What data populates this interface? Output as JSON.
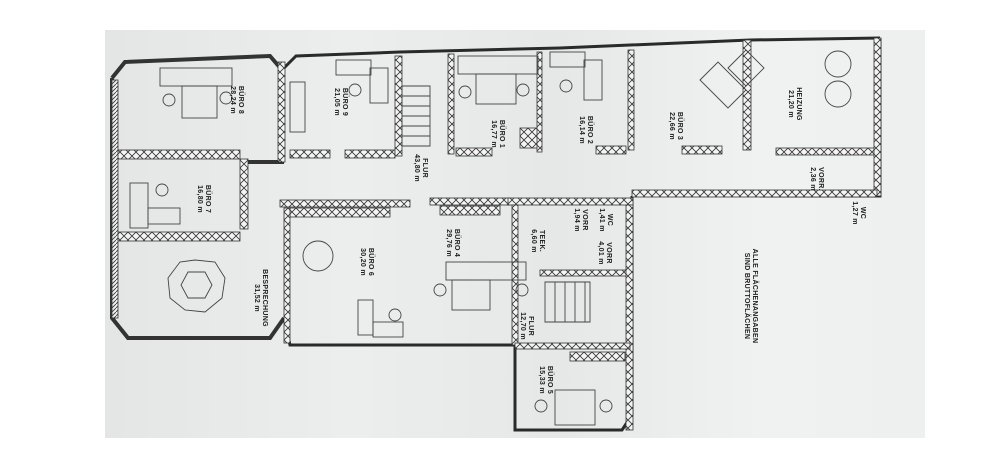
{
  "plan": {
    "rooms": [
      {
        "id": "buero8",
        "name": "BÜRO 8",
        "area": "28,24 m"
      },
      {
        "id": "buero9",
        "name": "BÜRO 9",
        "area": "21,05 m"
      },
      {
        "id": "buero7",
        "name": "BÜRO 7",
        "area": "16,80 m"
      },
      {
        "id": "flur1",
        "name": "FLUR",
        "area": "43,80 m"
      },
      {
        "id": "buero1",
        "name": "BÜRO 1",
        "area": "16,77 m"
      },
      {
        "id": "buero2",
        "name": "BÜRO 2",
        "area": "16,14 m"
      },
      {
        "id": "buero3",
        "name": "BÜRO 3",
        "area": "22,66 m"
      },
      {
        "id": "heizung",
        "name": "HEIZUNG",
        "area": "21,20 m"
      },
      {
        "id": "vorr1",
        "name": "VORR.",
        "area": "2,36 m"
      },
      {
        "id": "wc1",
        "name": "WC",
        "area": "1,27 m"
      },
      {
        "id": "besprechung",
        "name": "BESPRECHUNG",
        "area": "31,52 m"
      },
      {
        "id": "buero6",
        "name": "BÜRO 6",
        "area": "30,20 m"
      },
      {
        "id": "buero4",
        "name": "BÜRO 4",
        "area": "29,76 m"
      },
      {
        "id": "teek",
        "name": "TEEK.",
        "area": "6,60 m"
      },
      {
        "id": "vorr2",
        "name": "VORR",
        "area": "1,94 m"
      },
      {
        "id": "wc2",
        "name": "WC",
        "area": "1,41 m"
      },
      {
        "id": "vorr3",
        "name": "VORR",
        "area": "4,01 m"
      },
      {
        "id": "flur2",
        "name": "FLUR",
        "area": "12,70 m"
      },
      {
        "id": "buero5",
        "name": "BÜRO 5",
        "area": "15,33 m"
      }
    ],
    "note": {
      "line1": "ALLE FLÄCHENANGABEN",
      "line2": "SIND BRUTTOFLÄCHEN"
    }
  }
}
